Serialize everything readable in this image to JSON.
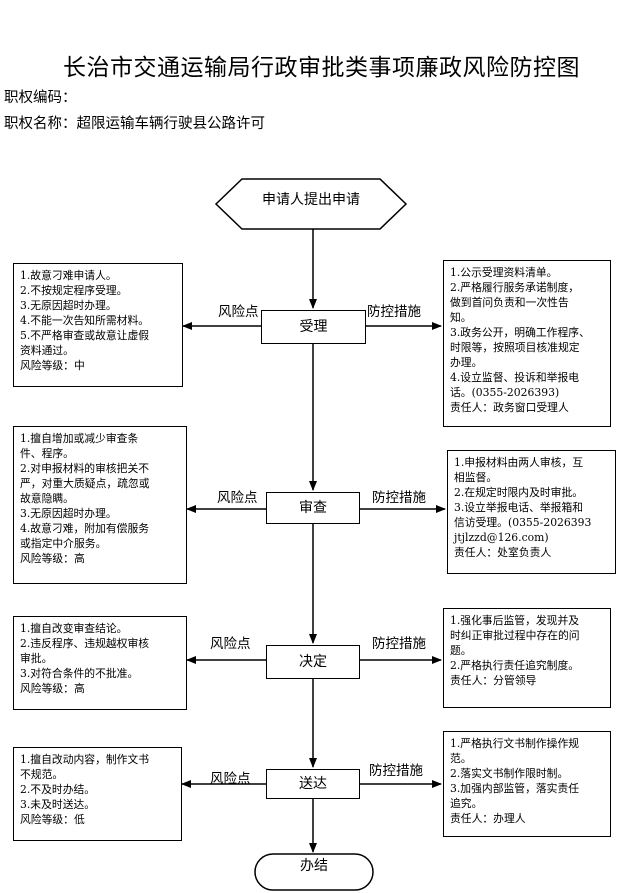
{
  "title": "长治市交通运输局行政审批类事项廉政风险防控图",
  "code_label": "职权编码：",
  "name_label": "职权名称：超限运输车辆行驶县公路许可",
  "start": "申请人提出申请",
  "end": "办结",
  "risk_label": "风险点",
  "control_label": "防控措施",
  "steps": [
    {
      "name": "受理",
      "risks": [
        "1.故意刁难申请人。",
        "2.不按规定程序受理。",
        "3.无原因超时办理。",
        "4.不能一次告知所需材料。",
        "5.不严格审查或故意让虚假",
        "资料通过。",
        "风险等级：中"
      ],
      "controls": [
        "1.公示受理资料清单。",
        "2.严格履行服务承诺制度，",
        "做到首问负责和一次性告",
        "知。",
        "3.政务公开，明确工作程序、",
        "时限等，按照项目核准规定",
        "办理。",
        "4.设立监督、投诉和举报电",
        "话。(0355-2026393)",
        "责任人：政务窗口受理人"
      ]
    },
    {
      "name": "审查",
      "risks": [
        "1.擅自增加或减少审查条",
        "件、程序。",
        "2.对申报材料的审核把关不",
        "严，对重大质疑点，疏忽或",
        "故意隐瞒。",
        "3.无原因超时办理。",
        "4.故意刁难，附加有偿服务",
        "或指定中介服务。",
        "风险等级：高"
      ],
      "controls": [
        "1.申报材料由两人审核，互",
        "相监督。",
        "2.在规定时限内及时审批。",
        "3.设立举报电话、举报箱和",
        "信访受理。(0355-2026393",
        "jtjlzzd@126.com)",
        "责任人：处室负责人"
      ]
    },
    {
      "name": "决定",
      "risks": [
        "1.擅自改变审查结论。",
        "2.违反程序、违规越权审核",
        "审批。",
        "3.对符合条件的不批准。",
        "风险等级：高"
      ],
      "controls": [
        "1.强化事后监管，发现并及",
        "时纠正审批过程中存在的问",
        "题。",
        "2.严格执行责任追究制度。",
        "责任人：分管领导"
      ]
    },
    {
      "name": "送达",
      "risks": [
        "1.擅自改动内容，制作文书",
        "不规范。",
        "2.不及时办结。",
        "3.未及时送达。",
        "风险等级：低"
      ],
      "controls": [
        "1.严格执行文书制作操作规",
        "范。",
        "2.落实文书制作限时制。",
        "3.加强内部监管，落实责任",
        "追究。",
        "责任人：办理人"
      ]
    }
  ]
}
